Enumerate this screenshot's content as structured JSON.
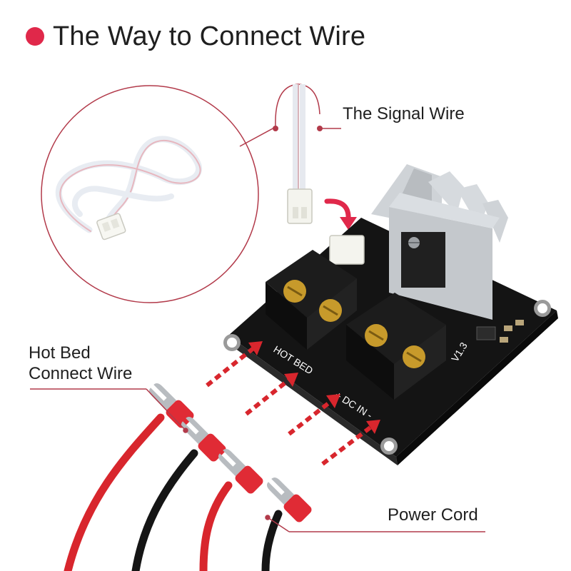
{
  "heading": {
    "text": "The Way to Connect Wire"
  },
  "callouts": {
    "signal_wire": "The Signal Wire",
    "hot_bed_line1": "Hot Bed",
    "hot_bed_line2": "Connect Wire",
    "power_cord": "Power Cord"
  },
  "board_labels": {
    "hot_bed": "HOT BED",
    "dc_in": "+ DC IN -",
    "version": "V1.3"
  },
  "colors": {
    "accent": "#e0284a",
    "board": "#141414",
    "wire_red": "#d8262d",
    "wire_black": "#151515",
    "terminal_red": "#e02b35",
    "brass": "#c79a2b",
    "heatsink": "#c4c8cc",
    "leader": "#b23a4a"
  }
}
